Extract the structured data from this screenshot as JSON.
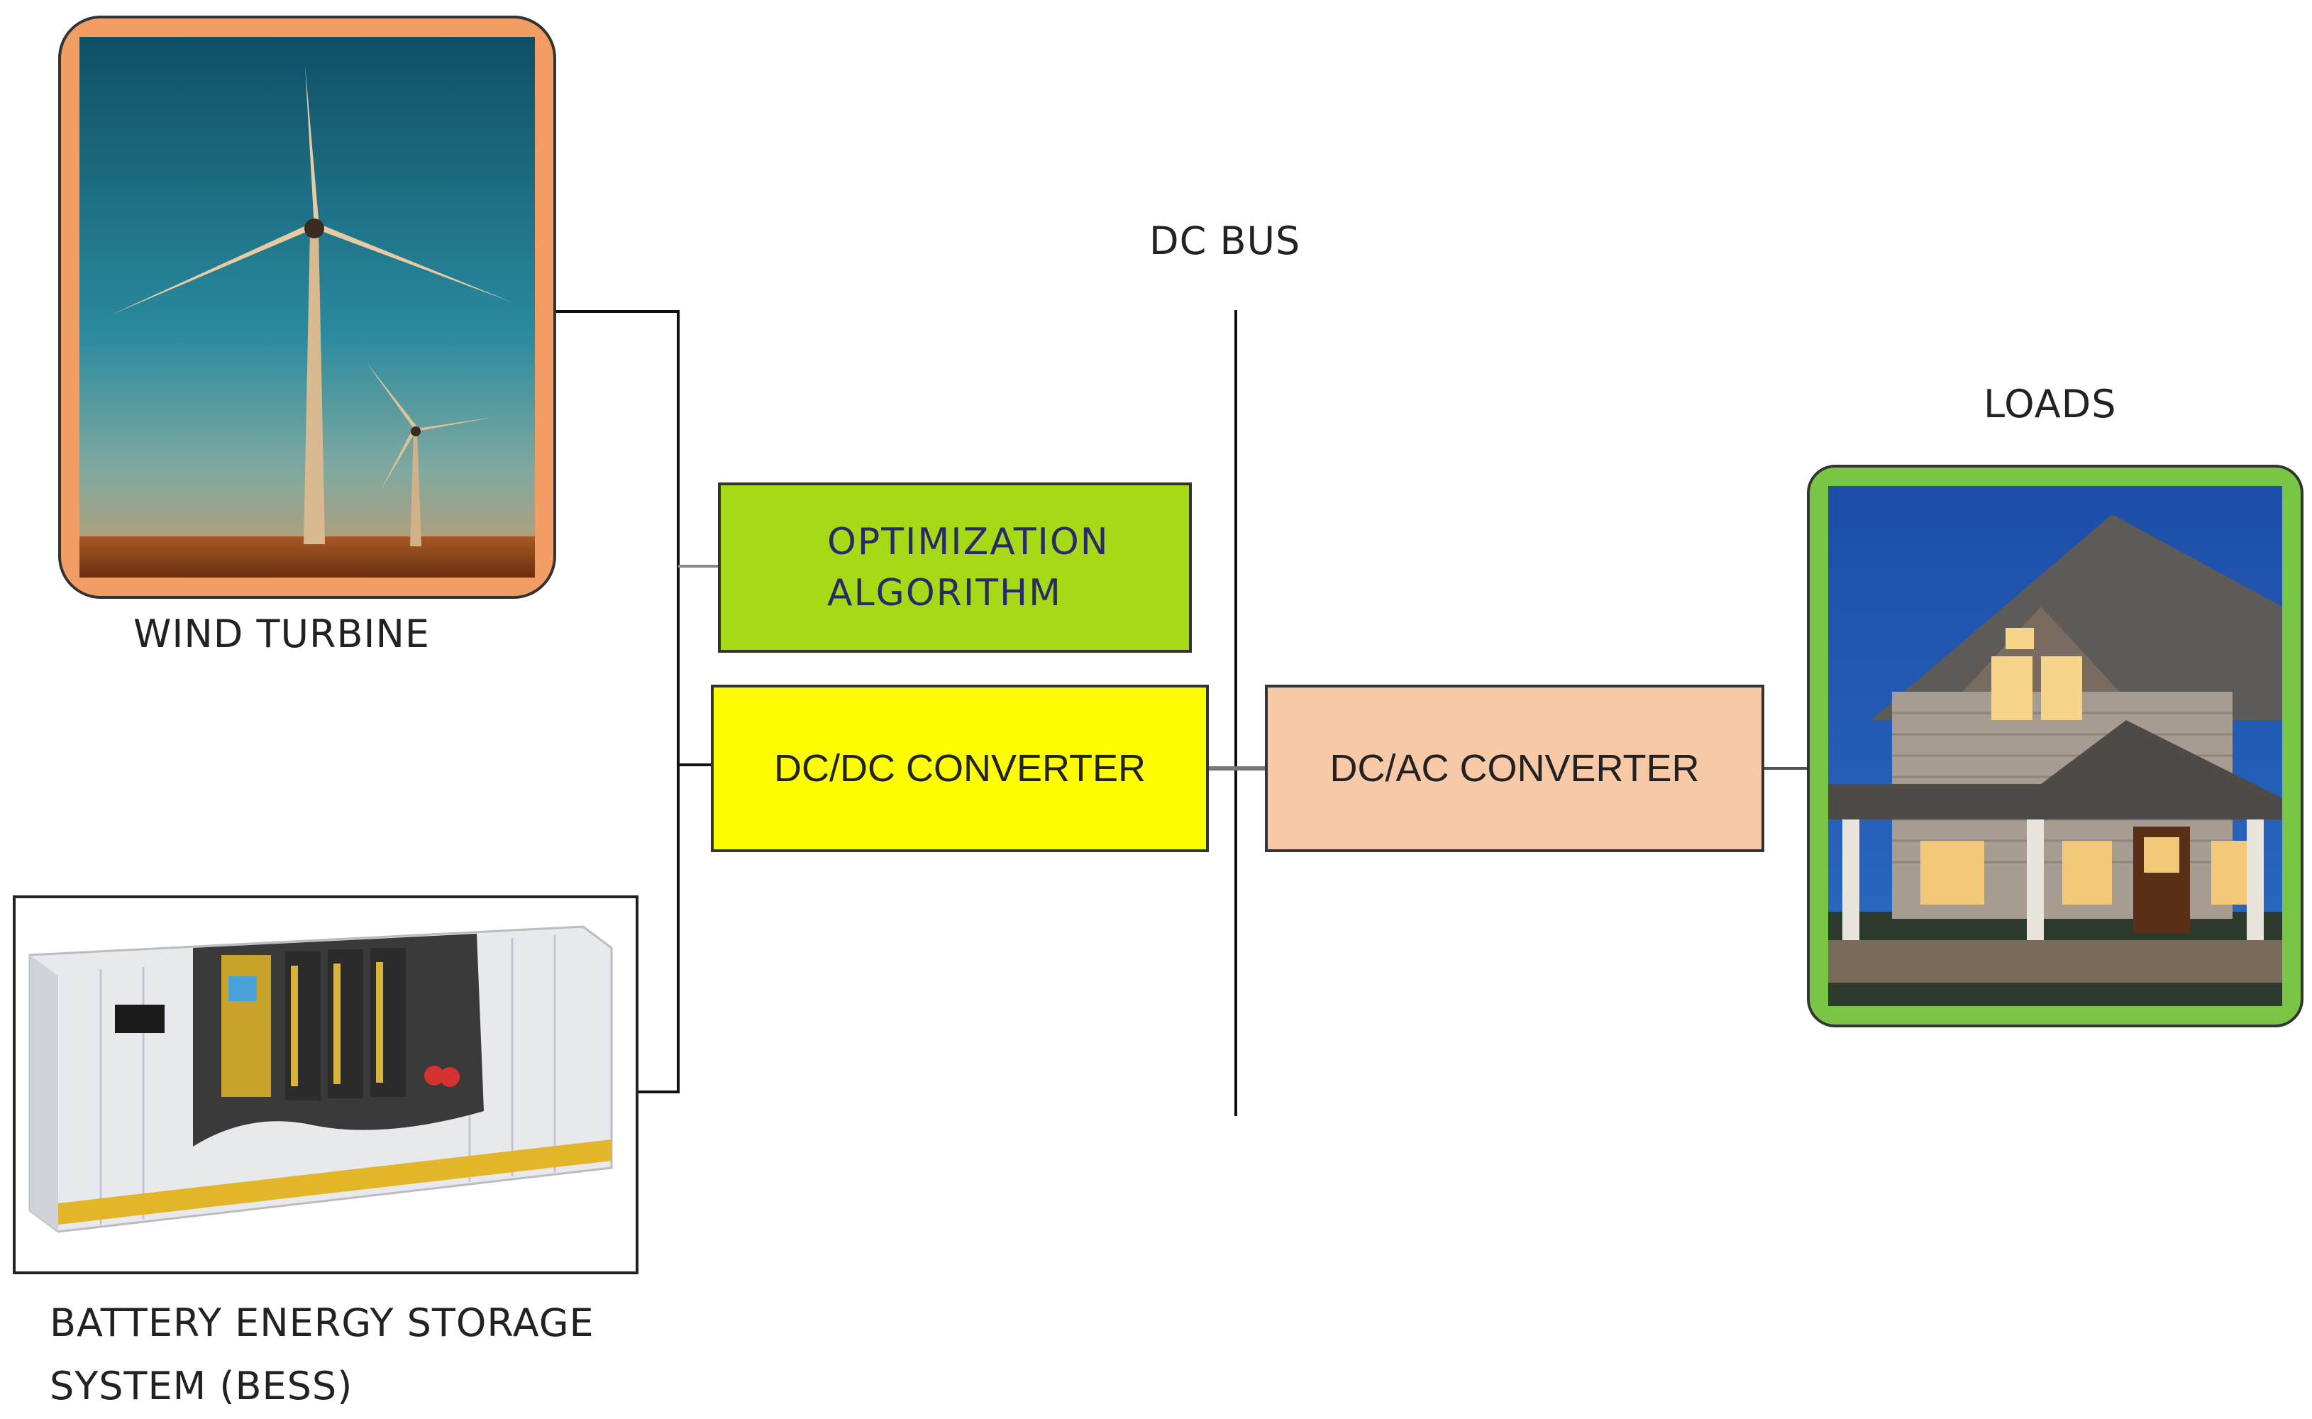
{
  "labels": {
    "dc_bus": "DC BUS",
    "loads": "LOADS",
    "wind_turbine": "WIND TURBINE",
    "bess_line1": "BATTERY ENERGY STORAGE",
    "bess_line2": "SYSTEM (BESS)"
  },
  "boxes": {
    "optimization_line1": "OPTIMIZATION",
    "optimization_line2": "ALGORITHM",
    "dcdc": "DC/DC CONVERTER",
    "dcac": "DC/AC CONVERTER"
  },
  "colors": {
    "optimization_fill": "#a6da16",
    "dcdc_fill": "#fefe00",
    "dcac_fill": "#f8c9a6",
    "wind_frame": "#f29d63",
    "loads_frame": "#79c546"
  },
  "icons": [
    "wind-turbine-photo",
    "house-photo",
    "battery-container-photo"
  ]
}
